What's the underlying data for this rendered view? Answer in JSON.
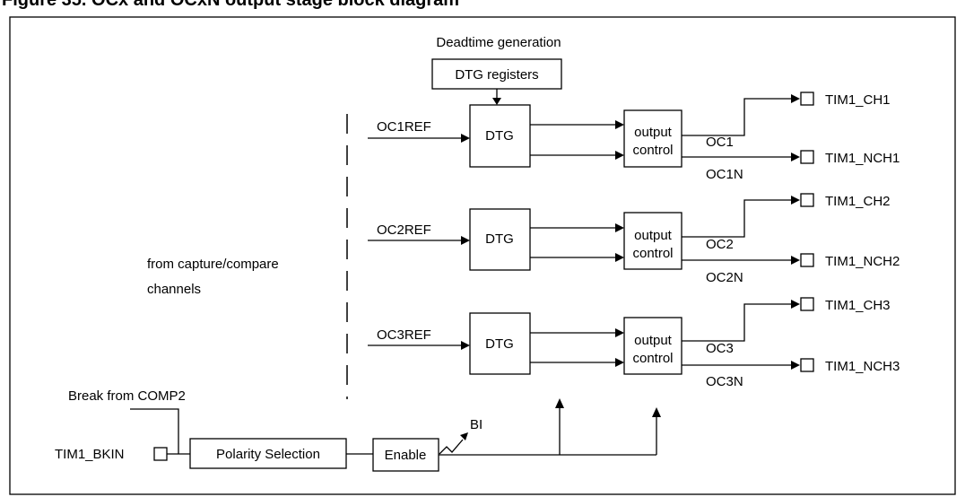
{
  "figure": {
    "title": "Figure 35. OCx and OCxN output stage block diagram",
    "frame_color": "#000000"
  },
  "deadtime": {
    "caption": "Deadtime generation",
    "registers_label": "DTG registers"
  },
  "channels": [
    {
      "ref": "OC1REF",
      "dtg": "DTG",
      "ctrl_line1": "output",
      "ctrl_line2": "control",
      "oc": "OC1",
      "ocn": "OC1N",
      "pin": "TIM1_CH1",
      "npin": "TIM1_NCH1"
    },
    {
      "ref": "OC2REF",
      "dtg": "DTG",
      "ctrl_line1": "output",
      "ctrl_line2": "control",
      "oc": "OC2",
      "ocn": "OC2N",
      "pin": "TIM1_CH2",
      "npin": "TIM1_NCH2"
    },
    {
      "ref": "OC3REF",
      "dtg": "DTG",
      "ctrl_line1": "output",
      "ctrl_line2": "control",
      "oc": "OC3",
      "ocn": "OC3N",
      "pin": "TIM1_CH3",
      "npin": "TIM1_NCH3"
    }
  ],
  "side_note": {
    "line1": "from capture/compare",
    "line2": "channels"
  },
  "break_path": {
    "comp_label": "Break from COMP2",
    "bkin_pin": "TIM1_BKIN",
    "polarity_label": "Polarity Selection",
    "enable_label": "Enable",
    "bi_label": "BI"
  }
}
